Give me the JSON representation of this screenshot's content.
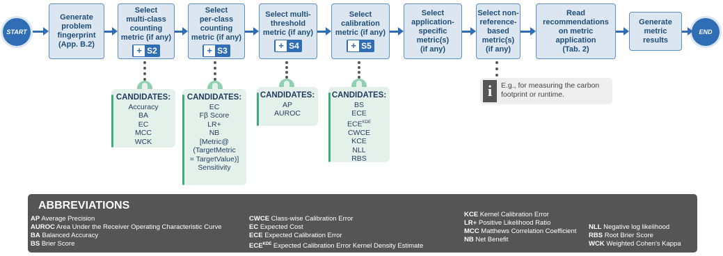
{
  "terminals": {
    "start": "START",
    "end": "END"
  },
  "steps": [
    {
      "text": "Generate\nproblem\nfingerprint\n(App. B.2)",
      "badge": ""
    },
    {
      "text": "Select\nmulti-class\ncounting\nmetric (if any)",
      "badge": "S2"
    },
    {
      "text": "Select\nper-class\ncounting\nmetric (if any)",
      "badge": "S3"
    },
    {
      "text": "Select multi-\nthreshold\nmetric (if any)",
      "badge": "S4"
    },
    {
      "text": "Select\ncalibration\nmetric (if any)",
      "badge": "S5"
    },
    {
      "text": "Select\napplication-\nspecific\nmetric(s)\n(if any)",
      "badge": ""
    },
    {
      "text": "Select non-\nreference-\nbased\nmetric(s)\n(if any)",
      "badge": ""
    },
    {
      "text": "Read\nrecommendations\non metric\napplication\n(Tab. 2)",
      "badge": ""
    },
    {
      "text": "Generate\nmetric\nresults",
      "badge": ""
    }
  ],
  "badge_plus": "+",
  "candidates": [
    {
      "title": "CANDIDATES:",
      "items": [
        "Accuracy",
        "BA",
        "EC",
        "MCC",
        "WCK"
      ]
    },
    {
      "title": "CANDIDATES:",
      "items": [
        "EC",
        "Fβ Score",
        "LR+",
        "NB",
        "[Metric@",
        "(TargetMetric",
        "= TargetValue)]",
        "Sensitivity"
      ]
    },
    {
      "title": "CANDIDATES:",
      "items": [
        "AP",
        "AUROC"
      ]
    },
    {
      "title": "CANDIDATES:",
      "items": [
        "BS",
        "ECE",
        "ECE^KDE",
        "CWCE",
        "KCE",
        "NLL",
        "RBS"
      ]
    }
  ],
  "info": {
    "icon": "i",
    "text": "E.g., for measuring the carbon footprint or runtime."
  },
  "abbreviations": {
    "title": "ABBREVIATIONS",
    "columns": [
      [
        {
          "k": "AP",
          "v": "Average Precision"
        },
        {
          "k": "AUROC",
          "v": "Area Under the Receiver Operating Characteristic Curve"
        },
        {
          "k": "BA",
          "v": "Balanced Accuracy"
        },
        {
          "k": "BS",
          "v": "Brier Score"
        }
      ],
      [
        {
          "k": "CWCE",
          "v": "Class-wise Calibration Error"
        },
        {
          "k": "EC",
          "v": "Expected Cost"
        },
        {
          "k": "ECE",
          "v": "Expected Calibration Error"
        },
        {
          "k": "ECE^KDE",
          "v": "Expected Calibration Error Kernel Density Estimate"
        }
      ],
      [
        {
          "k": "KCE",
          "v": "Kernel Calibration Error"
        },
        {
          "k": "LR+",
          "v": "Positive Likelihood Ratio"
        },
        {
          "k": "MCC",
          "v": "Matthews Correlation Coefficient"
        },
        {
          "k": "NB",
          "v": "Net Benefit"
        }
      ],
      [
        {
          "k": "NLL",
          "v": "Negative log likelihood"
        },
        {
          "k": "RBS",
          "v": "Root Brier Score"
        },
        {
          "k": "WCK",
          "v": "Weighted Cohen's Kappa"
        }
      ]
    ]
  }
}
